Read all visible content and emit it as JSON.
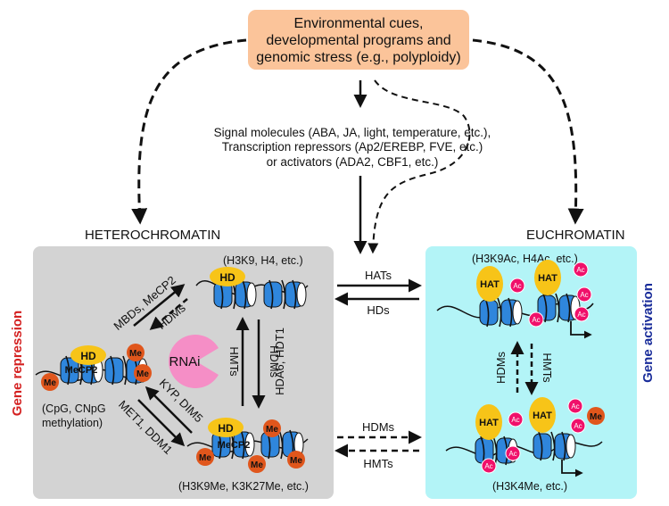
{
  "top_box": {
    "lines": [
      "Environmental cues,",
      "developmental programs and",
      "genomic stress (e.g., polyploidy)"
    ],
    "color": "#fbc49a"
  },
  "signals": {
    "lines": [
      "Signal molecules (ABA, JA, light, temperature, etc.),",
      "Transcription repressors (Ap2/EREBP, FVE, etc.)",
      "or activators (ADA2, CBF1, etc.)"
    ]
  },
  "heterochromatin": {
    "title": "HETEROCHROMATIN",
    "side_label": "Gene repression",
    "side_color": "#d42020",
    "panel_color": "#d3d3d3",
    "top_mark": "(H3K9, H4, etc.)",
    "bottom_mark": "(H3K9Me, K3K27Me, etc.)",
    "left_note": [
      "(CpG, CNpG",
      "methylation)"
    ],
    "edge_labels": {
      "mbds": "MBDs, MeCP2",
      "hdms_upper": "HDMs",
      "kyp": "KYP, DIM5",
      "met1": "MET1, DDM1",
      "hmts": "HMTs",
      "hdms_vert": "HDMs",
      "hda6": "HDA6, HDT1"
    },
    "rnai": "RNAi"
  },
  "euchromatin": {
    "title": "EUCHROMATIN",
    "side_label": "Gene activation",
    "side_color": "#1a2d9a",
    "panel_color": "#b3f4f7",
    "top_mark": "(H3K9Ac, H4Ac, etc.)",
    "bottom_mark": "(H3K4Me, etc.)",
    "edge_labels": {
      "hdms": "HDMs",
      "hmts": "HMTs"
    }
  },
  "middle_edges": {
    "hats": "HATs",
    "hds": "HDs",
    "hdms": "HDMs",
    "hmts": "HMTs"
  },
  "marks": {
    "hd": "HD",
    "mecp2": "MeCP2",
    "me": "Me",
    "hat": "HAT",
    "ac": "Ac"
  },
  "colors": {
    "histone": "#2f86dc",
    "hd": "#f7c418",
    "me": "#e0561c",
    "ac": "#f0106a",
    "rnai": "#f58ec6"
  }
}
